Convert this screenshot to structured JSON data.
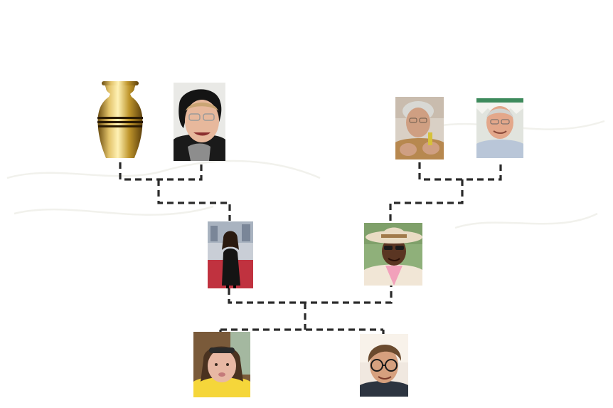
{
  "diagram": {
    "type": "family-tree",
    "generations": [
      {
        "level": "grandparents",
        "couples": [
          {
            "side": "left",
            "members": [
              {
                "id": "urn",
                "icon": "urn-icon"
              },
              {
                "id": "grandmother-left",
                "icon": "elderly-woman-portrait"
              }
            ]
          },
          {
            "side": "right",
            "members": [
              {
                "id": "grandmother-right",
                "icon": "elderly-woman-portrait"
              },
              {
                "id": "grandfather-right",
                "icon": "elderly-man-portrait"
              }
            ]
          }
        ]
      },
      {
        "level": "parents",
        "members": [
          {
            "id": "mother",
            "icon": "woman-portrait"
          },
          {
            "id": "father",
            "icon": "man-in-hat-portrait"
          }
        ]
      },
      {
        "level": "children",
        "members": [
          {
            "id": "daughter",
            "icon": "girl-portrait"
          },
          {
            "id": "son",
            "icon": "boy-with-glasses-portrait"
          }
        ]
      }
    ],
    "colors": {
      "background": "#ffffff",
      "connector": "#2a2a2a"
    }
  }
}
